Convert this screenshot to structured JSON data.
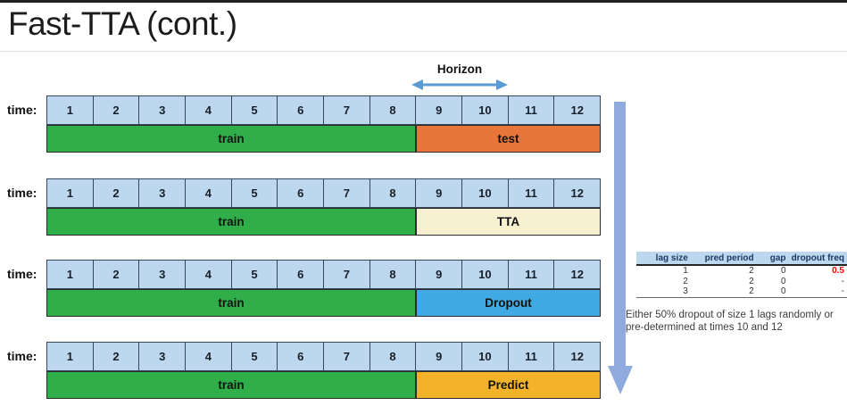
{
  "title": "Fast-TTA (cont.)",
  "horizon": {
    "label": "Horizon"
  },
  "timeline": {
    "time_label": "time:",
    "cells": [
      "1",
      "2",
      "3",
      "4",
      "5",
      "6",
      "7",
      "8",
      "9",
      "10",
      "11",
      "12"
    ],
    "train_label": "train",
    "rows": [
      {
        "right_label": "test",
        "right_color": "#e8763b"
      },
      {
        "right_label": "TTA",
        "right_color": "#f7f0d1"
      },
      {
        "right_label": "Dropout",
        "right_color": "#41aae4"
      },
      {
        "right_label": "Predict",
        "right_color": "#f2b32b"
      }
    ],
    "colors": {
      "cell_fill": "#bdd7ee",
      "train": "#2fae4a"
    }
  },
  "side_table": {
    "headers": [
      "lag size",
      "pred period",
      "gap",
      "dropout freq"
    ],
    "rows": [
      [
        "1",
        "2",
        "0",
        "0.5"
      ],
      [
        "2",
        "2",
        "0",
        "-"
      ],
      [
        "3",
        "2",
        "0",
        "-"
      ]
    ],
    "highlight_color": "#ff0000",
    "caption": "Either 50% dropout of size 1 lags randomly or pre-determined at times 10 and 12"
  },
  "icons": {
    "horizon_arrow": "double-headed horizontal arrow",
    "flow_arrow": "downward flow arrow",
    "arrow_blue": "#5b9bd5",
    "flow_arrow_color": "#8faadc"
  }
}
